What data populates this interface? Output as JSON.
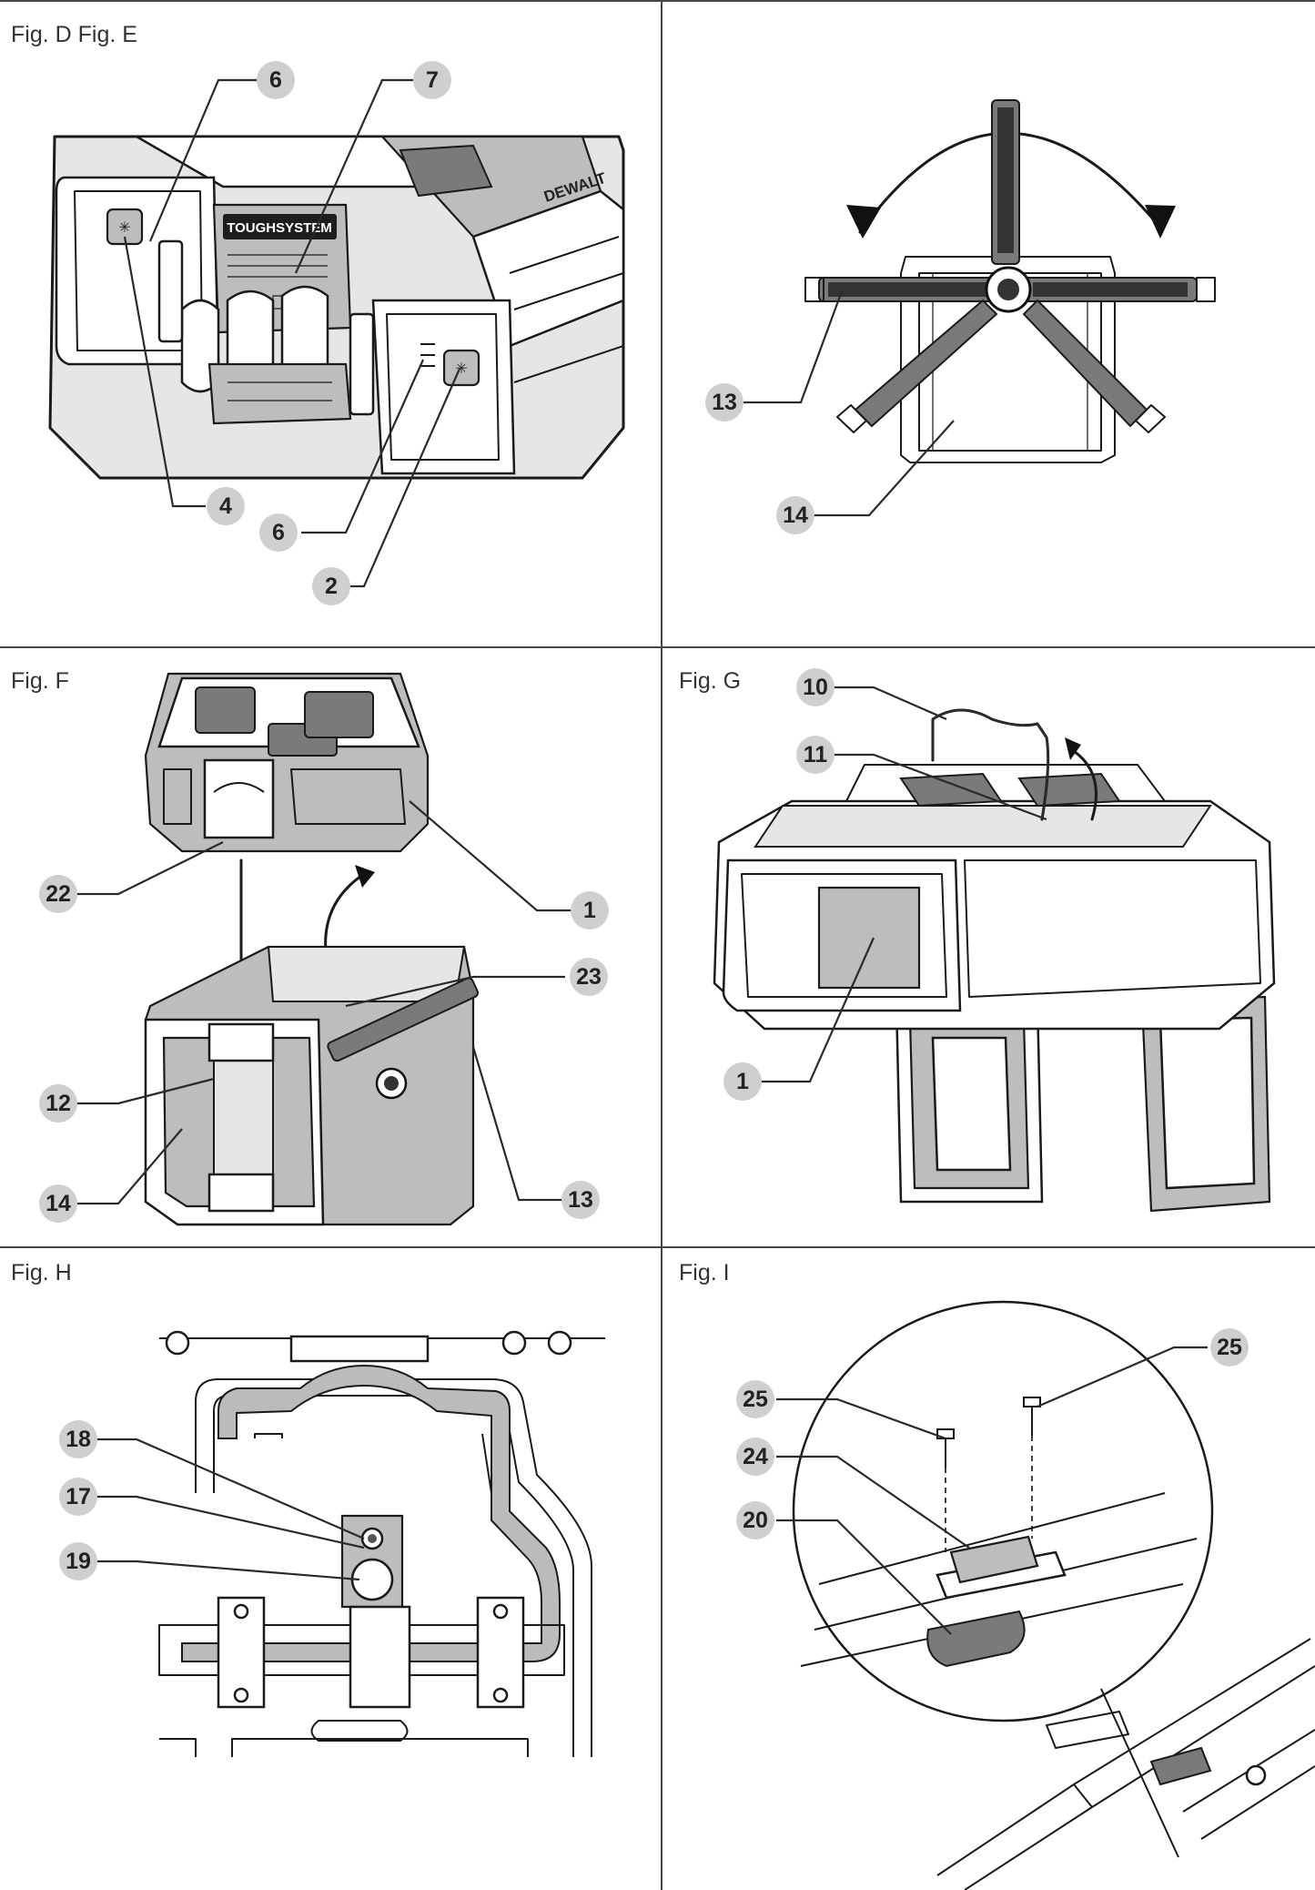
{
  "panels": [
    {
      "id": "panel-de",
      "label": "Fig. D Fig. E"
    },
    {
      "id": "panel-f",
      "label": "Fig. F"
    },
    {
      "id": "panel-g",
      "label": "Fig. G"
    },
    {
      "id": "panel-h",
      "label": "Fig. H"
    },
    {
      "id": "panel-i",
      "label": "Fig. I"
    }
  ],
  "callouts": {
    "fig_d": [
      "6",
      "7",
      "4",
      "6",
      "2"
    ],
    "fig_e": [
      "13",
      "14"
    ],
    "fig_f": [
      "22",
      "1",
      "23",
      "12",
      "14",
      "13"
    ],
    "fig_g": [
      "10",
      "11",
      "1"
    ],
    "fig_h": [
      "18",
      "17",
      "19"
    ],
    "fig_i": [
      "25",
      "25",
      "24",
      "20"
    ]
  },
  "product_markings": {
    "brand": "DEWALT",
    "system": "TOUGHSYSTEM"
  },
  "colors": {
    "badge": "#cfcfcf",
    "line": "#1a1a1a",
    "shade": "#bdbdbd"
  }
}
